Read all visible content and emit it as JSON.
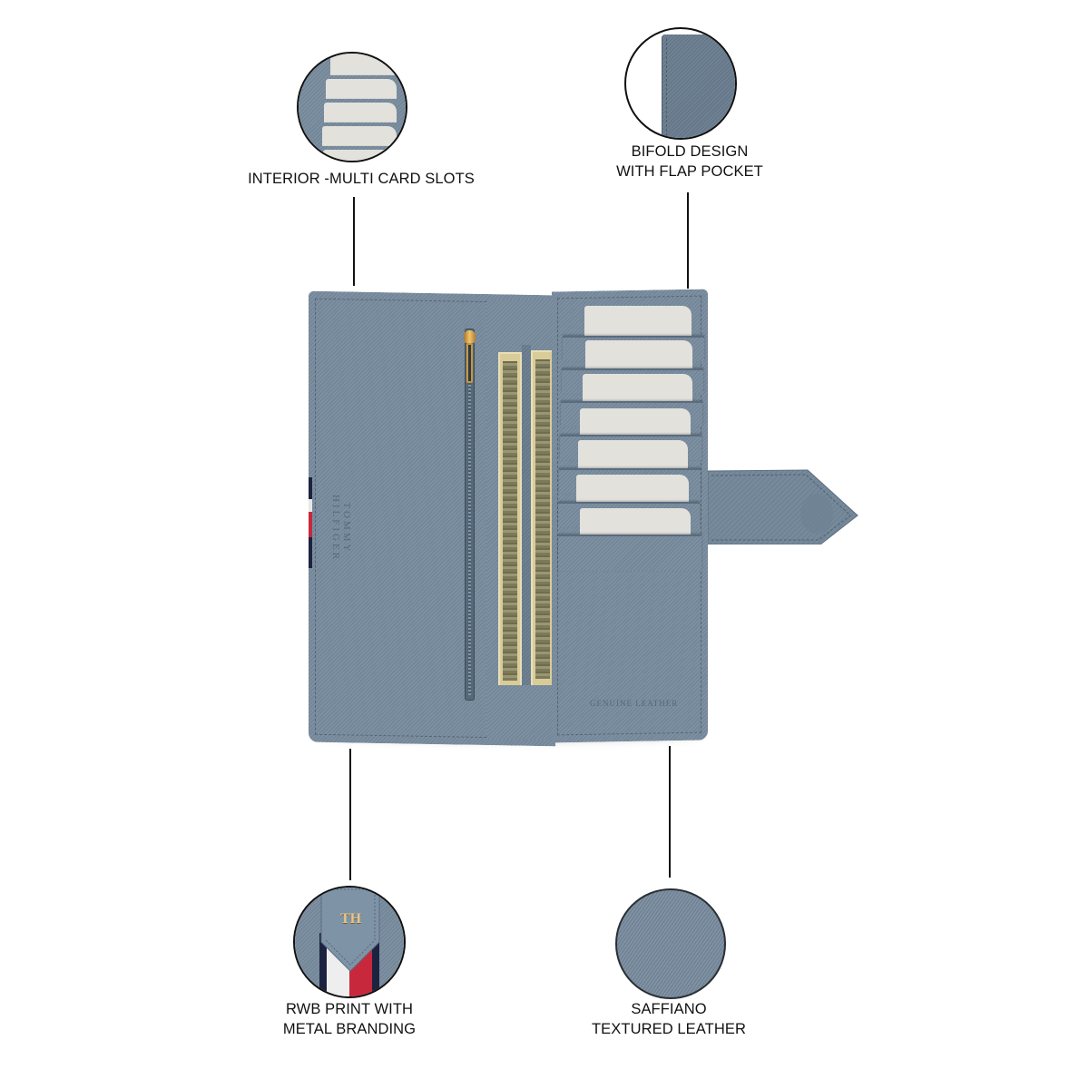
{
  "product": {
    "type": "bifold long wallet",
    "leather_color": "#7a8ea0",
    "brand_emboss": "TOMMY HILFIGER",
    "bottom_emboss": "GENUINE LEATHER",
    "card_slot_count": 7,
    "stripe_colors": [
      "#1c2340",
      "#f2f2f2",
      "#c8283c"
    ]
  },
  "callouts": [
    {
      "id": "card-slots",
      "lines": [
        "INTERIOR -MULTI CARD SLOTS"
      ],
      "position": "top-left"
    },
    {
      "id": "bifold",
      "lines": [
        "BIFOLD DESIGN",
        "WITH FLAP POCKET"
      ],
      "position": "top-right"
    },
    {
      "id": "rwb-print",
      "lines": [
        "RWB PRINT WITH",
        "METAL BRANDING"
      ],
      "position": "bottom-left"
    },
    {
      "id": "saffiano",
      "lines": [
        "SAFFIANO",
        "TEXTURED LEATHER"
      ],
      "position": "bottom-right"
    }
  ],
  "logo_monogram": "TH"
}
